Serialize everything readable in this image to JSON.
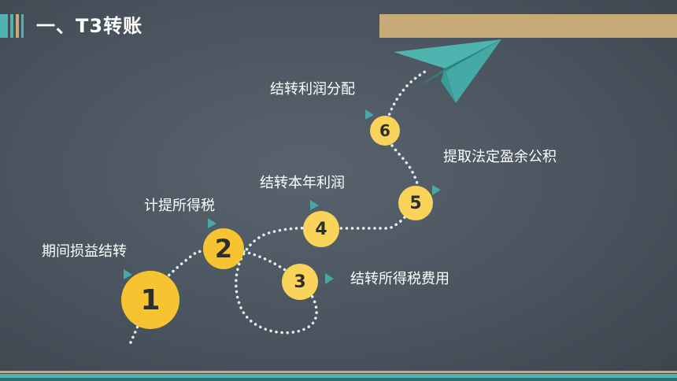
{
  "slide": {
    "title": "一、T3转账",
    "colors": {
      "background": "#4f5a64",
      "accent_teal": "#4fb3b0",
      "accent_tan": "#c8aa78",
      "badge_yellow": "#f7c330",
      "badge_yellow_light": "#f9d35a",
      "path_dots": "#dff6f3",
      "arrow_marker": "#45a9a5",
      "text": "#ffffff"
    },
    "icons": [
      "paper-plane-icon"
    ],
    "steps": [
      {
        "number": "1",
        "label": "期间损益结转"
      },
      {
        "number": "2",
        "label": "计提所得税"
      },
      {
        "number": "3",
        "label": "结转所得税费用"
      },
      {
        "number": "4",
        "label": "结转本年利润"
      },
      {
        "number": "5",
        "label": "提取法定盈余公积"
      },
      {
        "number": "6",
        "label": "结转利润分配"
      }
    ]
  }
}
